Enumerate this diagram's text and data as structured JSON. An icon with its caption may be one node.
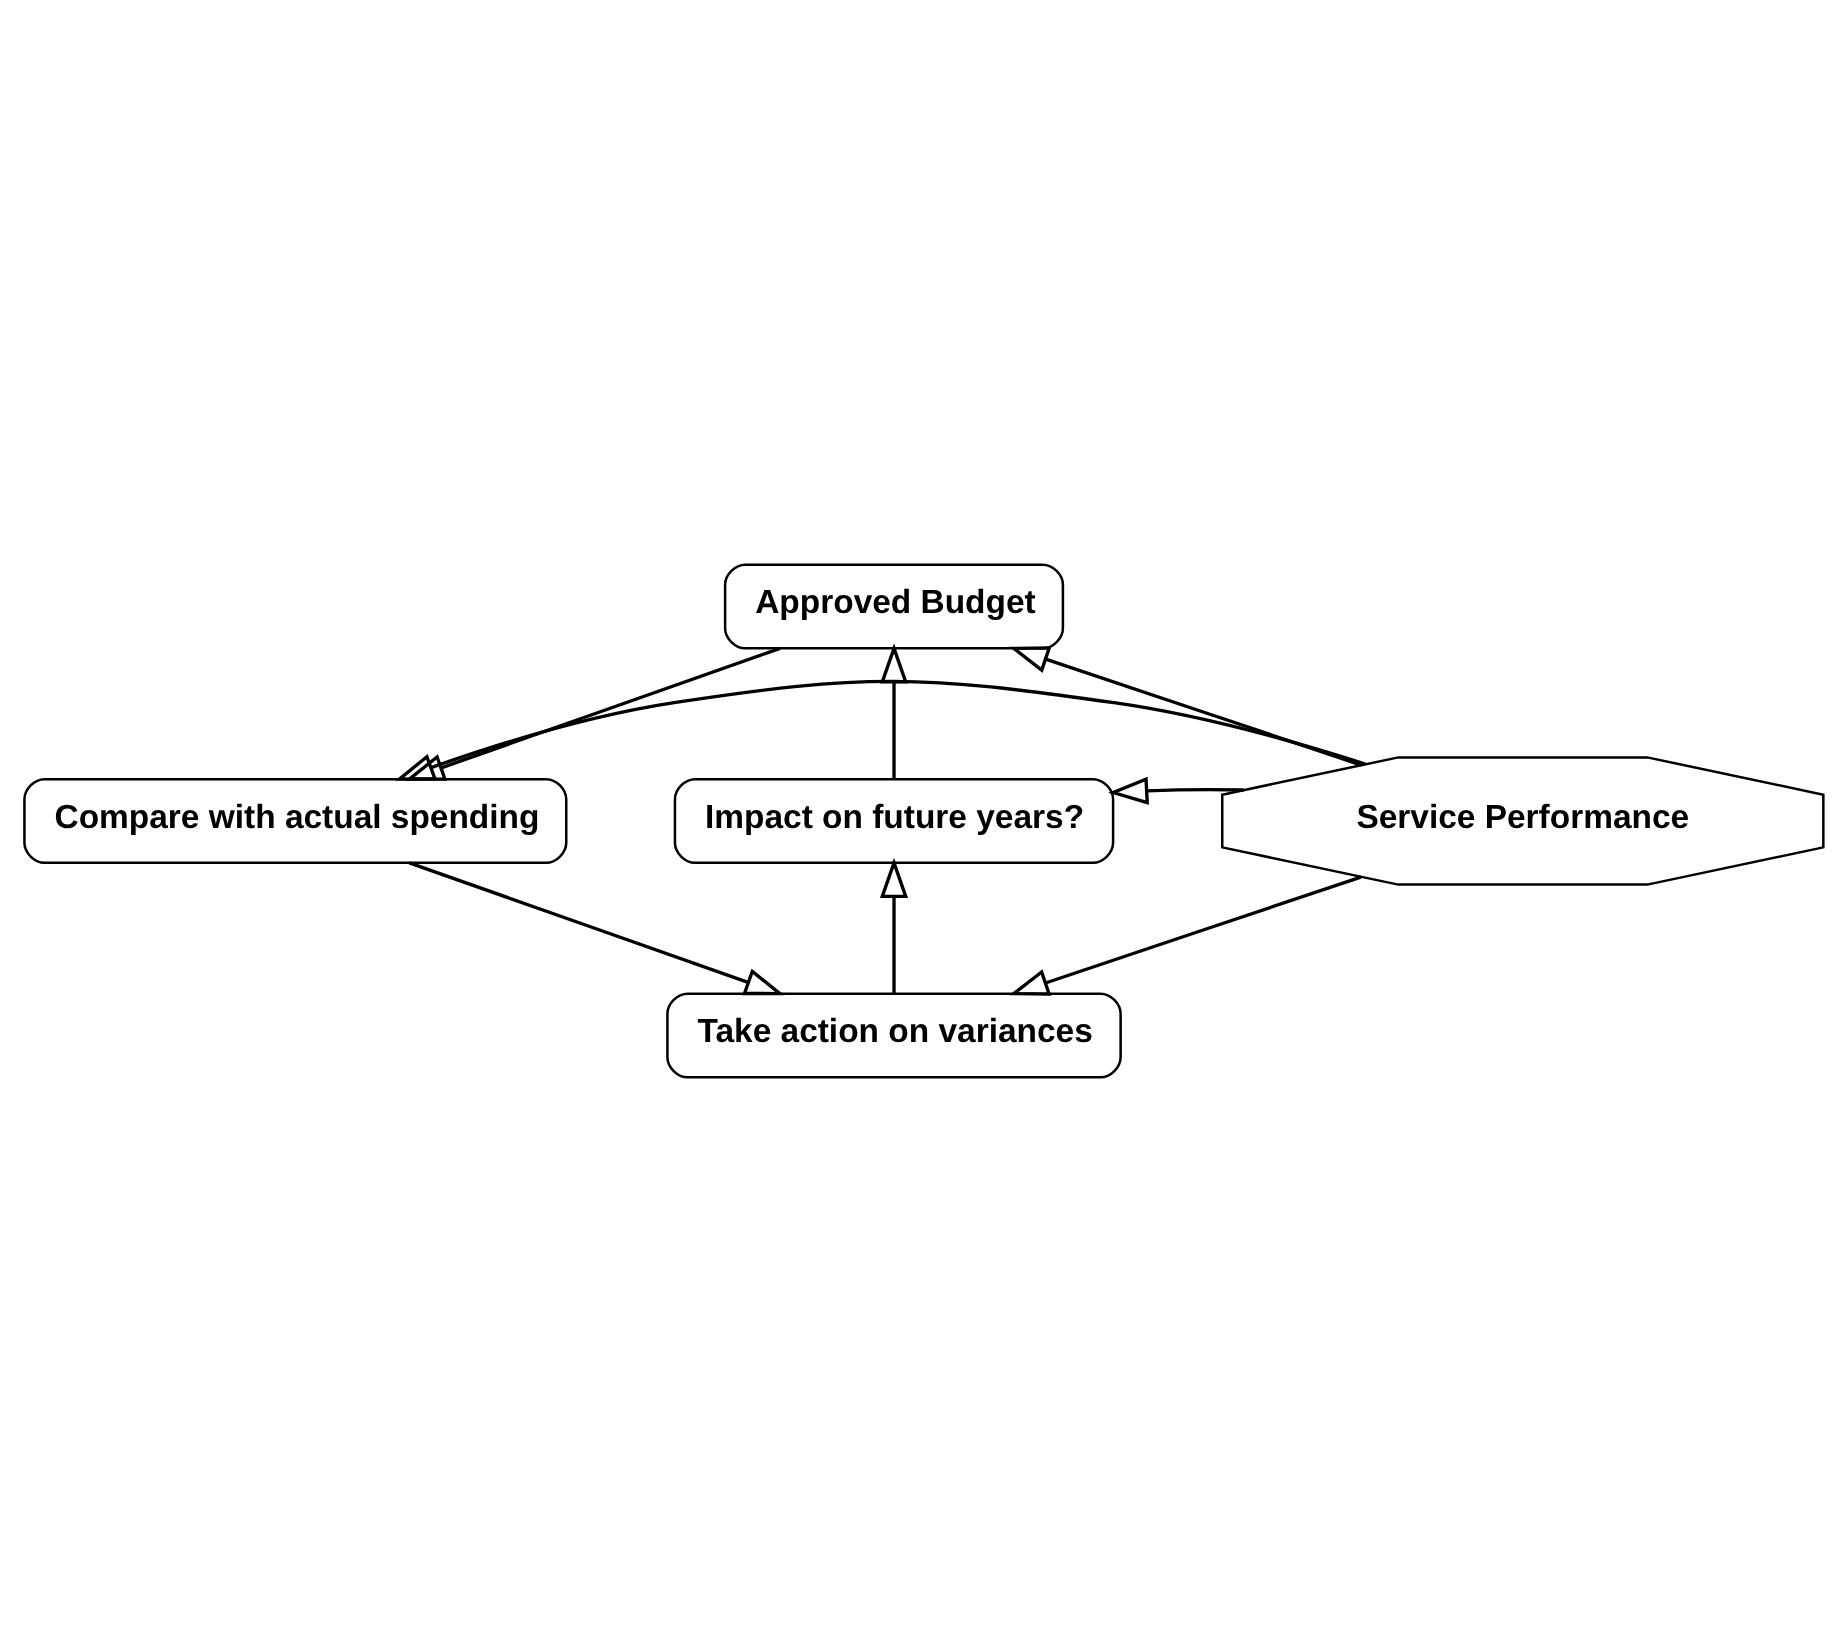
{
  "diagram": {
    "nodes": [
      {
        "text": [
          "Approved Budget"
        ]
      },
      {
        "text": [
          "Compare with actual spending"
        ]
      },
      {
        "text": [
          "Take action on variances"
        ]
      },
      {
        "text": [
          "Impact on future years?"
        ]
      },
      {
        "text": [
          "Service Performance"
        ]
      }
    ],
    "edges": [
      {
        "from": 0,
        "to": 1,
        "arrow": "to"
      },
      {
        "from": 1,
        "to": 2,
        "arrow": "to"
      },
      {
        "from": 2,
        "to": 3,
        "arrow": "to"
      },
      {
        "from": 3,
        "to": 0,
        "arrow": "to"
      },
      {
        "from": 4,
        "to": 0,
        "arrow": "to"
      },
      {
        "from": 4,
        "to": 1,
        "arrow": "to"
      },
      {
        "from": 4,
        "to": 2,
        "arrow": "to"
      },
      {
        "from": 4,
        "to": 3,
        "arrow": "to"
      }
    ]
  }
}
